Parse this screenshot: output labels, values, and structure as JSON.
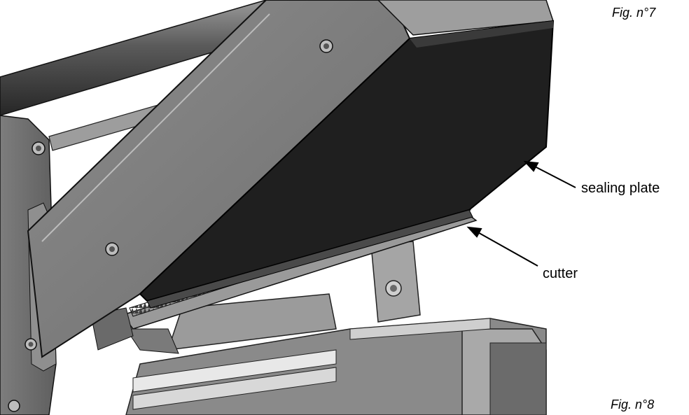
{
  "figures": {
    "top_caption": "Fig. n°7",
    "bottom_caption": "Fig. n°8"
  },
  "callouts": {
    "sealing_plate": "sealing plate",
    "cutter": "cutter"
  }
}
